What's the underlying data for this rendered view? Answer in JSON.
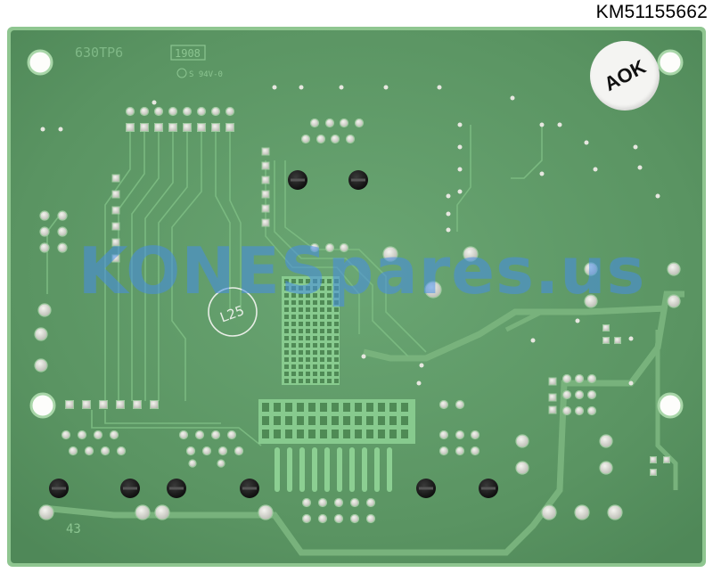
{
  "header": {
    "part_number": "KM51155662"
  },
  "board": {
    "silkscreen_model": "630TP6",
    "silkscreen_date": "1908",
    "silkscreen_rating": "S 94V-0",
    "silkscreen_corner": "43",
    "stamp_text": "L25"
  },
  "sticker": {
    "label": "AOK"
  },
  "watermark": {
    "text": "KONESpares.us"
  },
  "colors": {
    "board_green": "#5f9866",
    "board_edge": "#8fc690",
    "trace_green": "#78b27c",
    "pad_silver": "#d8d8d2",
    "screw_black": "#1a1a1a"
  }
}
